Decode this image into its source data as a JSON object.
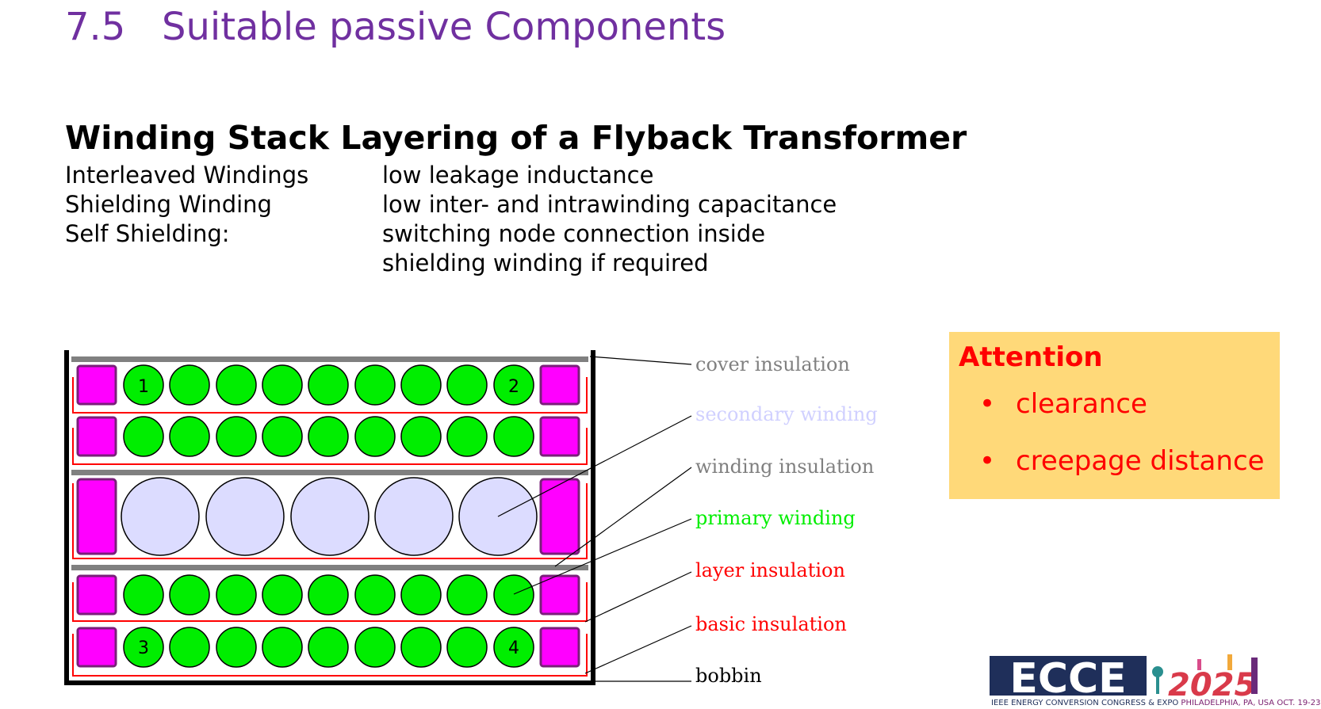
{
  "slide": {
    "number": "7.5",
    "title": "Suitable passive Components"
  },
  "section": {
    "heading": "Winding Stack Layering of a Flyback Transformer",
    "features": [
      {
        "name": "Interleaved Windings",
        "desc": "low leakage inductance"
      },
      {
        "name": "Shielding Winding",
        "desc": "low inter- and intrawinding capacitance"
      },
      {
        "name": "Self Shielding:",
        "desc": "switching node connection inside"
      },
      {
        "name": "",
        "desc": "shielding winding if required"
      }
    ]
  },
  "diagram": {
    "labels": {
      "cover_insulation": "cover insulation",
      "secondary_winding": "secondary winding",
      "winding_insulation": "winding insulation",
      "primary_winding": "primary winding",
      "layer_insulation": "layer insulation",
      "basic_insulation": "basic insulation",
      "bobbin": "bobbin"
    },
    "conductor_numbers": [
      "1",
      "2",
      "3",
      "4"
    ],
    "colors": {
      "primary": "#00ee00",
      "secondary": "#dcdcff",
      "margin_tape": "#ff00ff",
      "margin_tape_border": "#7a1f7a",
      "insulation_gray": "#808080",
      "insulation_red": "#ff0000",
      "label_gray": "#808080",
      "label_secondary": "#d0d0ff",
      "label_green": "#00ee00",
      "label_red": "#ff0000"
    }
  },
  "attention": {
    "title": "Attention",
    "items": [
      "clearance",
      "creepage distance"
    ]
  },
  "logo": {
    "text": "ECCE",
    "year": "2025",
    "subtitle": "IEEE ENERGY CONVERSION CONGRESS & EXPO",
    "location": "PHILADELPHIA, PA, USA",
    "dates": "OCT. 19-23"
  }
}
